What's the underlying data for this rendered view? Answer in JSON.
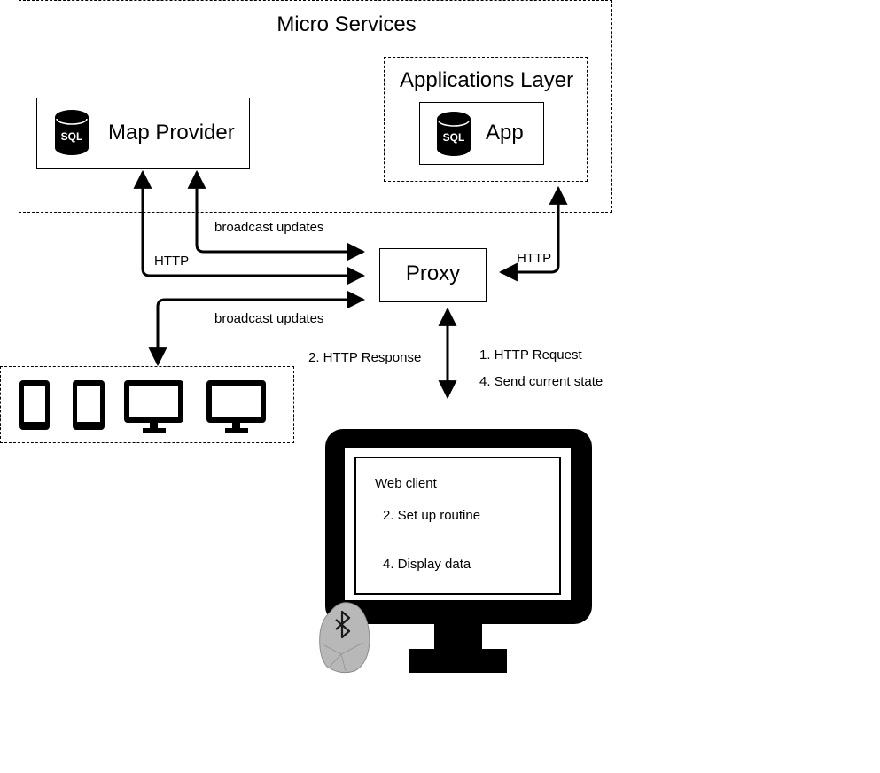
{
  "micro_services": {
    "title": "Micro Services",
    "map_provider": {
      "label": "Map Provider",
      "icon": "sql-database-icon",
      "icon_text": "SQL"
    },
    "applications_layer": {
      "title": "Applications Layer",
      "app": {
        "label": "App",
        "icon": "sql-database-icon",
        "icon_text": "SQL"
      }
    }
  },
  "proxy": {
    "label": "Proxy"
  },
  "edges": {
    "broadcast_top": "broadcast updates",
    "http_left": "HTTP",
    "http_right": "HTTP",
    "broadcast_bottom": "broadcast updates",
    "http_response": "2. HTTP Response",
    "http_request": "1. HTTP Request",
    "send_state": "4. Send current state"
  },
  "devices": {
    "icons": [
      "smartphone-icon",
      "smartphone-icon",
      "desktop-monitor-icon",
      "desktop-monitor-icon"
    ]
  },
  "web_client": {
    "title": "Web client",
    "step_setup": "2. Set up routine",
    "step_display": "4. Display data",
    "beacon_icon": "bluetooth-beacon-icon"
  }
}
